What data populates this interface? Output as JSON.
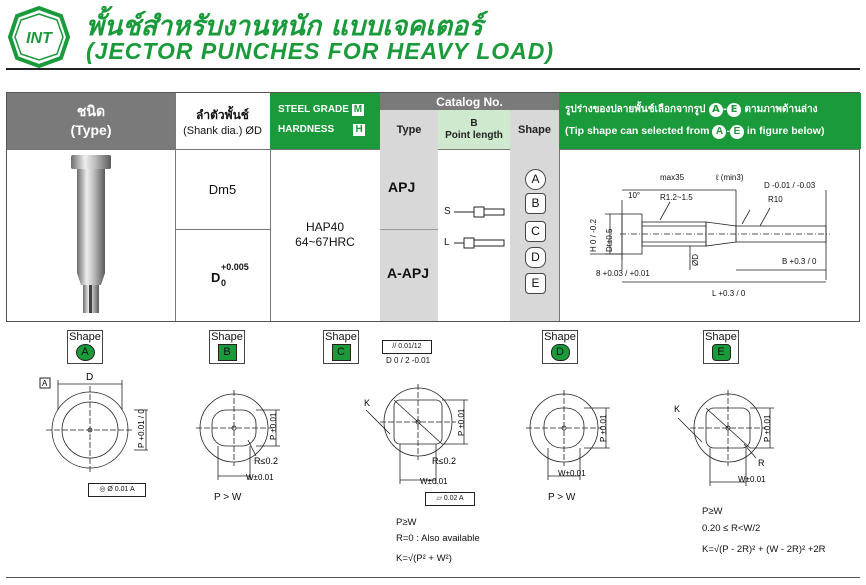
{
  "brand": {
    "logo_text": "INT"
  },
  "title": {
    "thai": "พั้นช์สำหรับงานหนัก แบบเจคเตอร์",
    "english": "(JECTOR PUNCHES FOR HEAVY LOAD)"
  },
  "colors": {
    "accent_green": "#1a9a3a",
    "header_gray": "#7a7a7a"
  },
  "table": {
    "type_header": {
      "thai": "ชนิด",
      "english": "(Type)"
    },
    "shank_header": {
      "thai": "ลำตัวพั้นช์",
      "english": "(Shank dia.) ØD"
    },
    "steel_header": {
      "steel_grade": "STEEL GRADE",
      "steel_grade_mark": "M",
      "hardness": "HARDNESS",
      "hardness_mark": "H"
    },
    "catalog_header": {
      "title": "Catalog No.",
      "type": "Type",
      "b_letter": "B",
      "point_length": "Point length",
      "shape": "Shape"
    },
    "tip_header": {
      "thai": "รูปร่างของปลายพั้นช์เลือกจากรูป",
      "thai_tail": "ตามภาพด้านล่าง",
      "from": "A",
      "to": "E",
      "english_pre": "(Tip shape can selected from",
      "english_post": "in figure below)"
    },
    "shank_values": {
      "row1": "Dm5",
      "row2_main": "D",
      "row2_sup": "+0.005",
      "row2_sub": "0"
    },
    "steel_values": {
      "grade": "HAP40",
      "hardness": "64~67HRC"
    },
    "types": [
      "APJ",
      "A-APJ"
    ],
    "point_lengths": [
      "S",
      "L"
    ],
    "shapes": [
      "A",
      "B",
      "C",
      "D",
      "E"
    ],
    "dimension_labels": {
      "max35": "max35",
      "l_min3": "ℓ (min3)",
      "d_tol": "D -0.01 / -0.03",
      "angle": "10°",
      "r12": "R1.2~1.5",
      "r10": "R10",
      "h": "H 0 / -0.2",
      "dt": "Dt±0.5",
      "eight": "8 +0.03 / +0.01",
      "od": "ØD",
      "b": "B +0.3 / 0",
      "l": "L +0.3 / 0"
    }
  },
  "shape_word": "Shape",
  "shapes_detail": [
    {
      "letter": "A",
      "dims": {
        "d": "D",
        "p": "P +0.01 / 0",
        "datum": "A",
        "tol": "◎ Ø 0.01 A"
      },
      "notes": []
    },
    {
      "letter": "B",
      "dims": {
        "p": "P ±0.01",
        "r": "R≤0.2",
        "w": "W±0.01"
      },
      "notes": [
        "P > W"
      ]
    },
    {
      "letter": "C",
      "dims": {
        "par": "// 0.01/12",
        "d_half": "D 0 / 2 -0.01",
        "k": "K",
        "p": "P ±0.01",
        "r": "R≤0.2",
        "w": "W±0.01",
        "flat": "⏥ 0.02 A"
      },
      "notes": [
        "P≥W",
        "R=0 : Also available",
        "K=√(P² + W²)"
      ]
    },
    {
      "letter": "D",
      "dims": {
        "p": "P ±0.01",
        "w": "W±0.01"
      },
      "notes": [
        "P > W"
      ]
    },
    {
      "letter": "E",
      "dims": {
        "k": "K",
        "p": "P ±0.01",
        "r": "R",
        "w": "W±0.01"
      },
      "notes": [
        "P≥W",
        "0.20 ≤ R<W/2",
        "K=√(P - 2R)² + (W - 2R)² +2R"
      ]
    }
  ]
}
